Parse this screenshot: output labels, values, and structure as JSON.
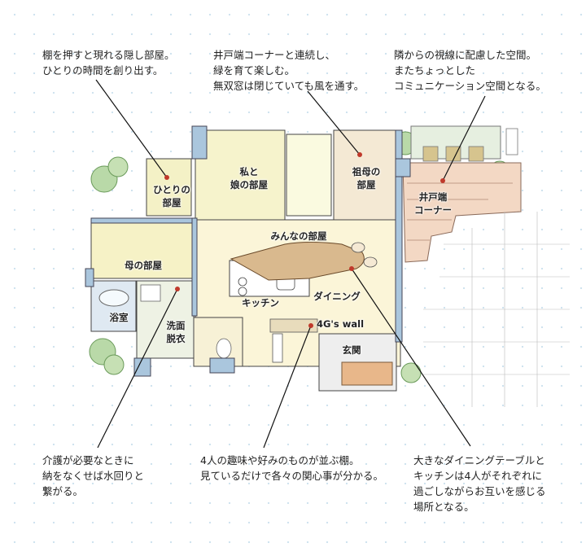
{
  "annotations": {
    "hidden_room": "棚を押すと現れる隠し部屋。\nひとりの時間を創り出す。",
    "grandmother_room": "井戸端コーナーと連続し、\n緑を育て楽しむ。\n無双窓は閉じていても風を通す。",
    "idobata_corner": "隣からの視線に配慮した空間。\nまたちょっとした\nコミュニケーション空間となる。",
    "care": "介護が必要なときに\n納をなくせば水回りと\n繋がる。",
    "wall": "4人の趣味や好みのものが並ぶ棚。\n見ているだけで各々の関心事が分かる。",
    "dining": "大きなダイニングテーブルと\nキッチンは4人がそれぞれに\n過ごしながらお互いを感じる\n場所となる。"
  },
  "rooms": {
    "hitori": "ひとりの\n部屋",
    "watashi_musume": "私と\n娘の部屋",
    "sobo": "祖母の\n部屋",
    "idobata": "井戸端\nコーナー",
    "minna": "みんなの部屋",
    "haha": "母の部屋",
    "yokushitsu": "浴室",
    "senmen": "洗面\n脱衣",
    "kitchen": "キッチン",
    "dining": "ダイニング",
    "wall": "4G's wall",
    "genkan": "玄関"
  }
}
